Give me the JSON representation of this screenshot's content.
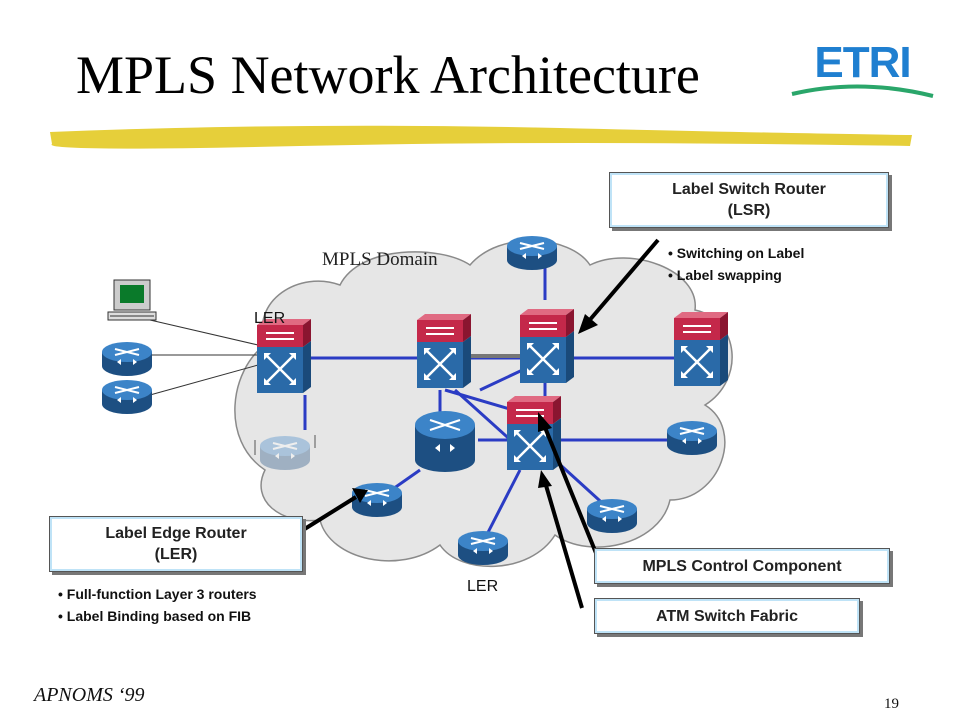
{
  "slide": {
    "title": "MPLS Network Architecture",
    "logo_text": "ETRI",
    "domain_label": "MPLS Domain",
    "ler_top_label": "LER",
    "ler_bottom_label": "LER",
    "footer": "APNOMS ‘99",
    "page_number": "19"
  },
  "callouts": {
    "lsr": {
      "line1": "Label Switch Router",
      "line2": "(LSR)"
    },
    "ler": {
      "line1": "Label Edge Router",
      "line2": "(LER)"
    },
    "control": {
      "line1": "MPLS Control Component"
    },
    "fabric": {
      "line1": "ATM Switch Fabric"
    }
  },
  "lsr_bullets": [
    "Switching on Label",
    "Label swapping"
  ],
  "ler_bullets": [
    "Full-function Layer 3 routers",
    "Label Binding based on FIB"
  ],
  "colors": {
    "router_blue": "#2a6aa8",
    "switch_red": "#c4284a",
    "link_blue": "#2b3cc4",
    "cloud": "#e6e6e6"
  }
}
